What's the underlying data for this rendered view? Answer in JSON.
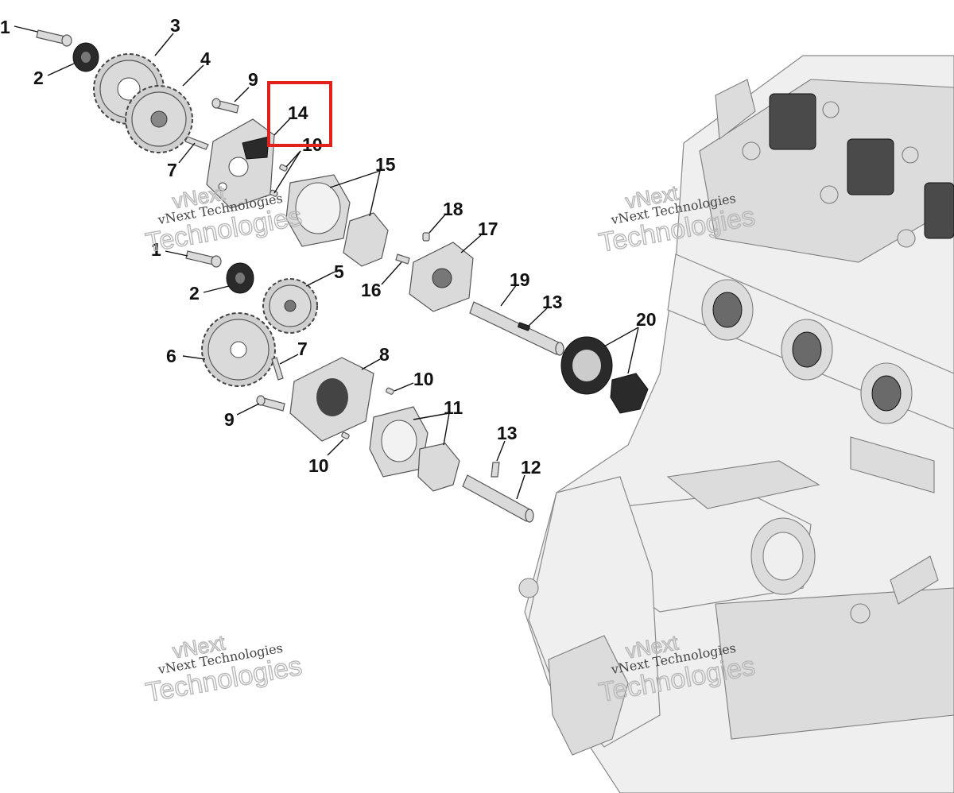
{
  "watermark": {
    "line1": "vNext",
    "line2": "vNext Technologies",
    "line3": "Technologies"
  },
  "callouts": [
    {
      "id": "c1a",
      "text": "1"
    },
    {
      "id": "c2a",
      "text": "2"
    },
    {
      "id": "c3",
      "text": "3"
    },
    {
      "id": "c4",
      "text": "4"
    },
    {
      "id": "c9a",
      "text": "9"
    },
    {
      "id": "c14",
      "text": "14"
    },
    {
      "id": "c10a",
      "text": "10"
    },
    {
      "id": "c7a",
      "text": "7"
    },
    {
      "id": "c15",
      "text": "15"
    },
    {
      "id": "c18",
      "text": "18"
    },
    {
      "id": "c17",
      "text": "17"
    },
    {
      "id": "c1b",
      "text": "1"
    },
    {
      "id": "c2b",
      "text": "2"
    },
    {
      "id": "c5",
      "text": "5"
    },
    {
      "id": "c16",
      "text": "16"
    },
    {
      "id": "c19",
      "text": "19"
    },
    {
      "id": "c13a",
      "text": "13"
    },
    {
      "id": "c20",
      "text": "20"
    },
    {
      "id": "c6",
      "text": "6"
    },
    {
      "id": "c7b",
      "text": "7"
    },
    {
      "id": "c8",
      "text": "8"
    },
    {
      "id": "c10b",
      "text": "10"
    },
    {
      "id": "c9b",
      "text": "9"
    },
    {
      "id": "c11",
      "text": "11"
    },
    {
      "id": "c13b",
      "text": "13"
    },
    {
      "id": "c10c",
      "text": "10"
    },
    {
      "id": "c12",
      "text": "12"
    }
  ],
  "highlight": {
    "target": "14",
    "color": "#e0221e"
  }
}
